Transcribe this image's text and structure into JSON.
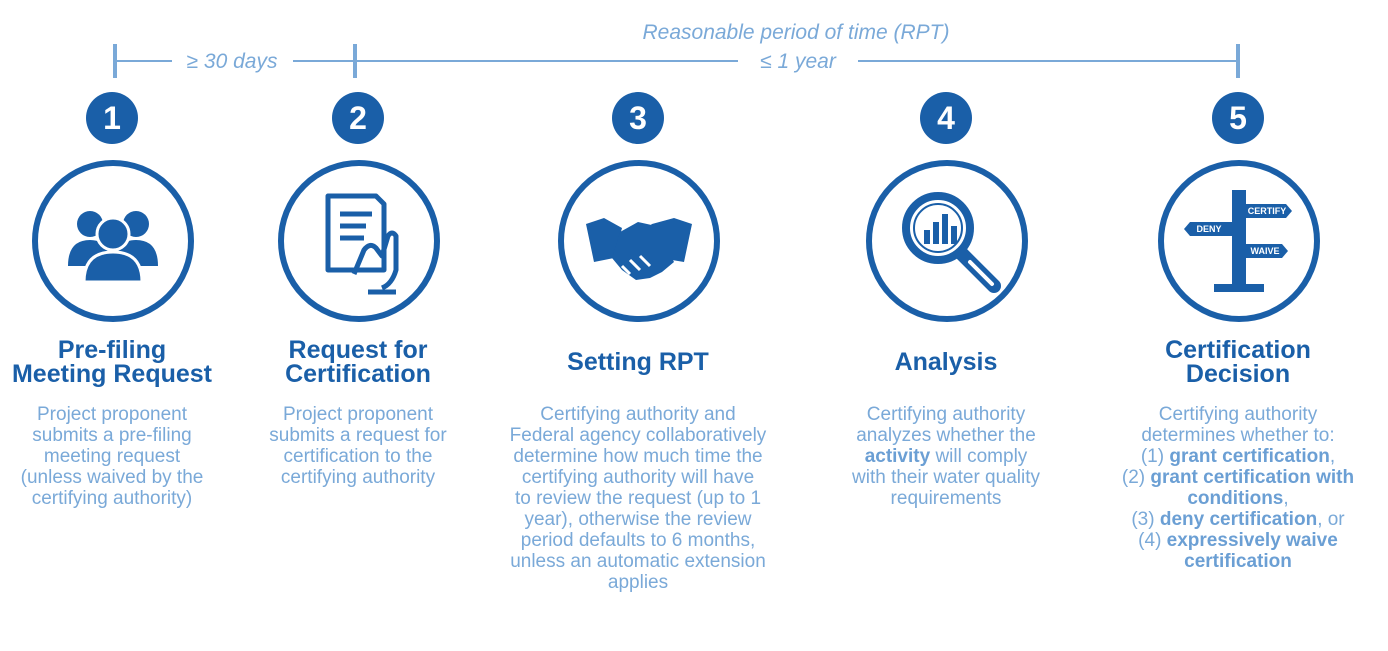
{
  "timeline": {
    "rpt_label": "Reasonable period of time (RPT)",
    "first_span": "≥ 30 days",
    "second_span": "≤ 1 year"
  },
  "colors": {
    "dark_blue": "#1a5fa8",
    "light_blue": "#7aa9d8"
  },
  "steps": [
    {
      "number": "1",
      "icon": "people-group-icon",
      "title_lines": [
        "Pre-filing",
        "Meeting Request"
      ],
      "desc_lines": [
        "Project proponent",
        "submits a pre-filing",
        "meeting request",
        "(unless waived by the",
        "certifying authority)"
      ]
    },
    {
      "number": "2",
      "icon": "document-hand-icon",
      "title_lines": [
        "Request for",
        "Certification"
      ],
      "desc_lines": [
        "Project proponent",
        "submits a request for",
        "certification to the",
        "certifying authority"
      ]
    },
    {
      "number": "3",
      "icon": "handshake-icon",
      "title_lines": [
        "Setting RPT"
      ],
      "desc_lines": [
        "Certifying authority and",
        "Federal agency collaboratively",
        "determine how much time the",
        "certifying authority will have",
        "to review the request (up to 1",
        "year), otherwise the review",
        "period defaults to 6 months,",
        "unless an automatic extension",
        "applies"
      ]
    },
    {
      "number": "4",
      "icon": "magnifier-chart-icon",
      "title_lines": [
        "Analysis"
      ],
      "desc": {
        "l1": "Certifying authority",
        "l2": "analyzes whether the",
        "l3_bold": "activity",
        "l3_rest": " will comply",
        "l4": "with their water quality",
        "l5": "requirements"
      }
    },
    {
      "number": "5",
      "icon": "signpost-icon",
      "sign_labels": {
        "certify": "CERTIFY",
        "deny": "DENY",
        "waive": "WAIVE"
      },
      "title_lines": [
        "Certification",
        "Decision"
      ],
      "desc": {
        "l1": "Certifying authority",
        "l2": "determines whether to:",
        "l3_pre": "(1) ",
        "l3_bold": "grant certification",
        "l3_post": ",",
        "l4_pre": "(2) ",
        "l4_bold": "grant certification with",
        "l5_bold": "conditions",
        "l5_post": ",",
        "l6_pre": "(3) ",
        "l6_bold": "deny certification",
        "l6_post": ", or",
        "l7_pre": "(4) ",
        "l7_bold": "expressively waive",
        "l8_bold": "certification"
      }
    }
  ]
}
